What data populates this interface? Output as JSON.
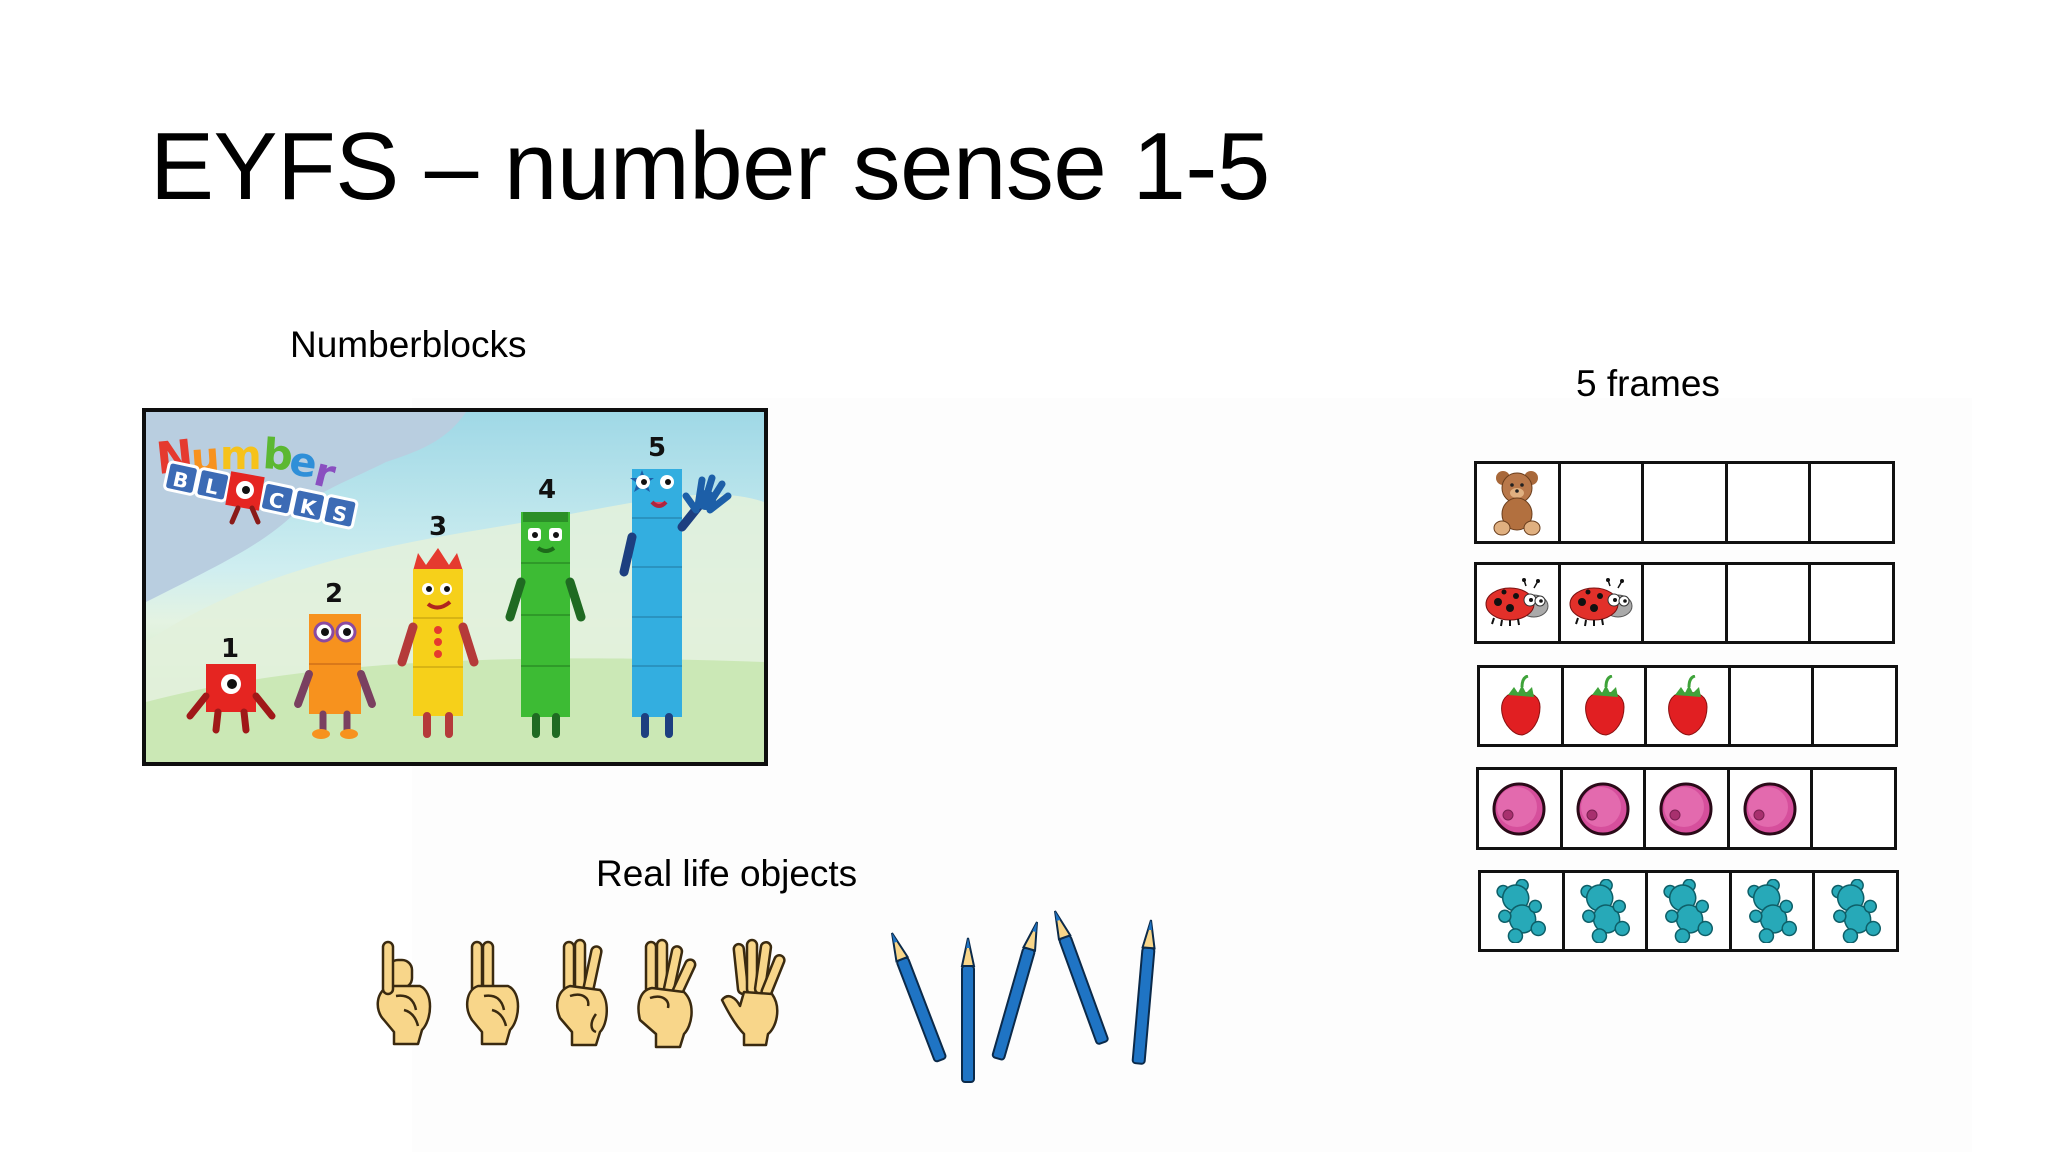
{
  "slide": {
    "title": "EYFS – number sense 1-5",
    "background": "#ffffff"
  },
  "sections": {
    "numberblocks": {
      "label": "Numberblocks",
      "image": {
        "logo_top": "Number",
        "logo_bottom": [
          "B",
          "L",
          "O",
          "C",
          "K",
          "S"
        ],
        "characters": [
          {
            "number": "1",
            "color": "#e52521",
            "cubes": 1
          },
          {
            "number": "2",
            "color": "#f7921e",
            "cubes": 2
          },
          {
            "number": "3",
            "color": "#f6d01a",
            "cubes": 3
          },
          {
            "number": "4",
            "color": "#3dbb34",
            "cubes": 4
          },
          {
            "number": "5",
            "color": "#33aee0",
            "cubes": 5
          }
        ]
      }
    },
    "real_life_objects": {
      "label": "Real life objects",
      "hands": [
        {
          "fingers": 1
        },
        {
          "fingers": 2
        },
        {
          "fingers": 3
        },
        {
          "fingers": 4
        },
        {
          "fingers": 5
        }
      ],
      "pencils": {
        "count": 5,
        "color": "#1f74c4"
      }
    },
    "five_frames": {
      "label": "5 frames",
      "rows": [
        {
          "item": "teddy-bear",
          "filled": 1,
          "total": 5
        },
        {
          "item": "ladybird",
          "filled": 2,
          "total": 5
        },
        {
          "item": "strawberry",
          "filled": 3,
          "total": 5
        },
        {
          "item": "pink-ball",
          "filled": 4,
          "total": 5
        },
        {
          "item": "gummy-bear",
          "filled": 5,
          "total": 5
        }
      ]
    }
  }
}
